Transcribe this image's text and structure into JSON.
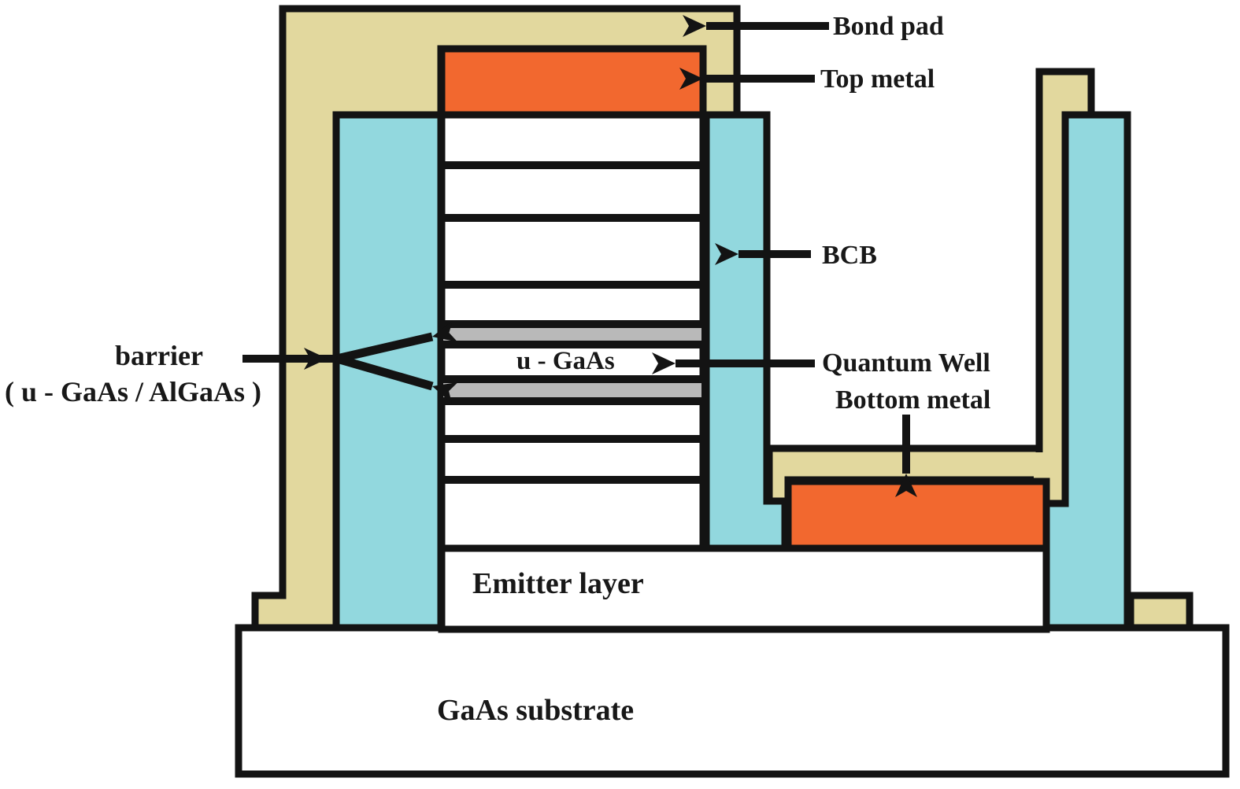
{
  "diagram": {
    "title": "Quantum well device cross-section",
    "labels": {
      "bond_pad": "Bond pad",
      "top_metal": "Top metal",
      "bcb": "BCB",
      "quantum_well": "Quantum Well",
      "bottom_metal": "Bottom metal",
      "barrier_line1": "barrier",
      "barrier_line2": "( u - GaAs / AlGaAs )",
      "u_gaas": "u - GaAs",
      "emitter": "Emitter layer",
      "substrate": "GaAs substrate"
    },
    "colors": {
      "bond_pad_tan": "#E2D89E",
      "metal_orange": "#F2682F",
      "bcb_cyan": "#92D8DE",
      "barrier_gray": "#B9B9B9",
      "layer_white": "#FFFFFF",
      "outline_black": "#131313",
      "background": "#FFFFFF"
    },
    "structure": {
      "mesa_layer_lines_y": [
        205,
        272,
        357,
        407,
        433,
        477,
        505,
        553,
        605
      ],
      "barrier_gray_bands_y": [
        417,
        487
      ]
    }
  }
}
